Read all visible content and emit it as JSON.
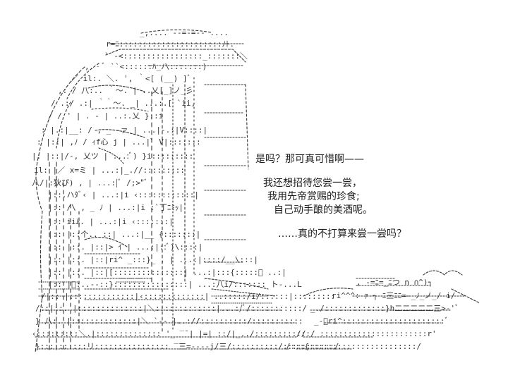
{
  "dialogue": {
    "line1": "是吗？那可真可惜啊——",
    "line2": "我还想招待您尝一尝，",
    "line3": "我用先帝赏赐的珍食;",
    "line4": "自己动手酿的美酒呢。",
    "line5": "……真的不打算来尝一尝吗？"
  },
  "colors": {
    "background": "#ffffff",
    "ink": "#222222"
  }
}
